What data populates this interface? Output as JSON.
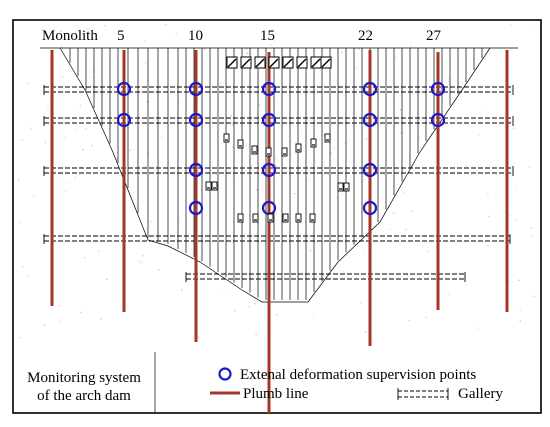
{
  "diagram": {
    "monolith_label": "Monolith",
    "monolith_numbers": [
      "5",
      "10",
      "15",
      "22",
      "27"
    ],
    "caption_line1": "Monitoring system",
    "caption_line2": "of the arch dam",
    "legend": {
      "points_label": "Extenal deformation supervision points",
      "plumb_label": "Plumb line",
      "gallery_label": "Gallery"
    },
    "colors": {
      "plumb_line": "#a5372a",
      "deformation_point": "#1f18c9",
      "outline": "#000000"
    }
  }
}
